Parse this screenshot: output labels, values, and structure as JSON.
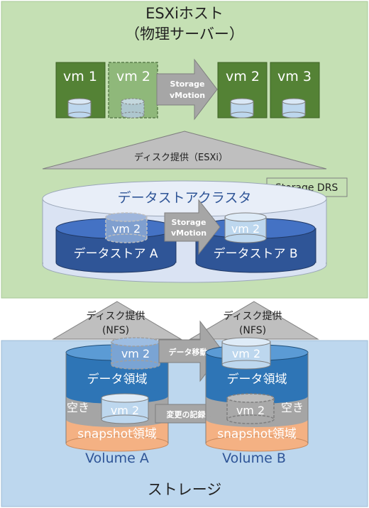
{
  "host": {
    "title_line1": "ESXiホスト",
    "title_line2": "（物理サーバー）",
    "vms_left": [
      "vm 1",
      "vm 2"
    ],
    "vms_right": [
      "vm 2",
      "vm 3"
    ],
    "migration_arrow": [
      "Storage",
      "vMotion"
    ],
    "disk_provision_label": "ディスク提供（ESXi）",
    "storage_drs_label": "Storage DRS",
    "cluster_label": "データストアクラスタ",
    "datastore_a": "データストア A",
    "datastore_b": "データストア B",
    "cluster_vm_left": "vm 2",
    "cluster_vm_right": "vm 2",
    "cluster_arrow": [
      "Storage",
      "vMotion"
    ]
  },
  "middle": {
    "provision_left": [
      "ディスク提供",
      "(NFS)"
    ],
    "provision_right": [
      "ディスク提供",
      "(NFS)"
    ]
  },
  "storage": {
    "title": "ストレージ",
    "data_move_label": "データ移動",
    "change_log_label": "変更の記録",
    "volume_a": {
      "vm_top": "vm 2",
      "data_area": "データ領域",
      "free_label": "空き",
      "vm_snapshot": "vm 2",
      "snapshot_area": "snapshot領域",
      "name": "Volume A"
    },
    "volume_b": {
      "vm_top": "vm 2",
      "data_area": "データ領域",
      "free_label": "空き",
      "vm_snapshot": "vm 2",
      "snapshot_area": "snapshot領域",
      "name": "Volume B"
    }
  },
  "colors": {
    "host_bg": "#c5e0b4",
    "storage_bg": "#bdd7ee",
    "vm_green": "#548235",
    "datastore_blue": "#2f5597",
    "volume_blue": "#2e75b6",
    "free_gray": "#a5a5a5",
    "snapshot_orange": "#f4b183",
    "arrow_gray": "#a6a6a6"
  }
}
